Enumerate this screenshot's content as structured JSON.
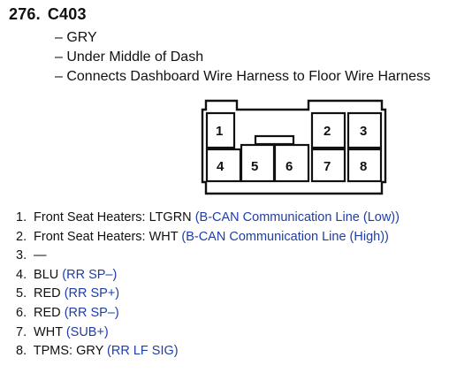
{
  "header": {
    "number": "276.",
    "connector_id": "C403"
  },
  "details": [
    "– GRY",
    "– Under Middle of Dash",
    "– Connects Dashboard Wire Harness to Floor Wire Harness"
  ],
  "connector": {
    "pin_labels": [
      "1",
      "2",
      "3",
      "4",
      "5",
      "6",
      "7",
      "8"
    ]
  },
  "pins": [
    {
      "index": "1.",
      "text": "Front Seat Heaters: LTGRN  ",
      "note": "(B-CAN Communication Line (Low))"
    },
    {
      "index": "2.",
      "text": "Front Seat Heaters: WHT ",
      "note": "(B-CAN Communication Line (High))"
    },
    {
      "index": "3.",
      "text": "—",
      "note": ""
    },
    {
      "index": "4.",
      "text": "BLU ",
      "note": "(RR SP–)"
    },
    {
      "index": "5.",
      "text": "RED ",
      "note": "(RR SP+)"
    },
    {
      "index": "6.",
      "text": "RED ",
      "note": "(RR SP–)"
    },
    {
      "index": "7.",
      "text": "WHT ",
      "note": "(SUB+)"
    },
    {
      "index": "8.",
      "text": "TPMS: GRY ",
      "note": "(RR LF SIG)"
    }
  ],
  "colors": {
    "note_text": "#1f3ea6",
    "outline": "#111111"
  }
}
